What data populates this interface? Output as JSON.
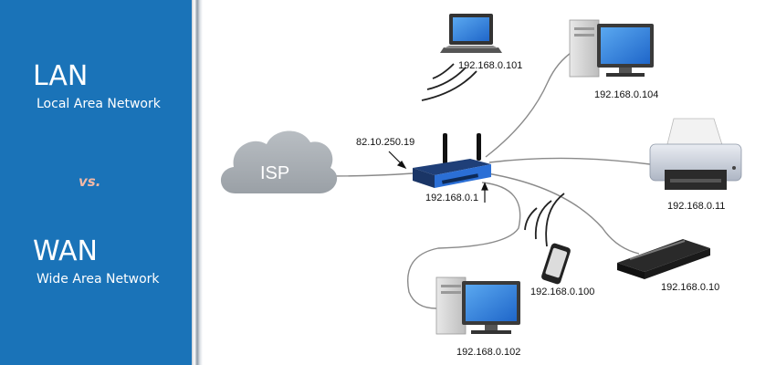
{
  "left_panel": {
    "lan_title": "LAN",
    "lan_subtitle": "Local Area Network",
    "vs_label": "vs.",
    "wan_title": "WAN",
    "wan_subtitle": "Wide Area Network"
  },
  "diagram": {
    "isp_label": "ISP",
    "router_public_ip": "82.10.250.19",
    "router_local_ip": "192.168.0.1",
    "laptop_ip": "192.168.0.101",
    "desktop_top_ip": "192.168.0.104",
    "printer_ip": "192.168.0.11",
    "device_right_ip": "192.168.0.10",
    "phone_ip": "192.168.0.100",
    "desktop_bottom_ip": "192.168.0.102"
  },
  "colors": {
    "panel_blue": "#1a73b8",
    "cloud_gray": "#a9aeb3",
    "router_blue": "#2b6fd6",
    "screen_blue": "#2f7fe0"
  }
}
